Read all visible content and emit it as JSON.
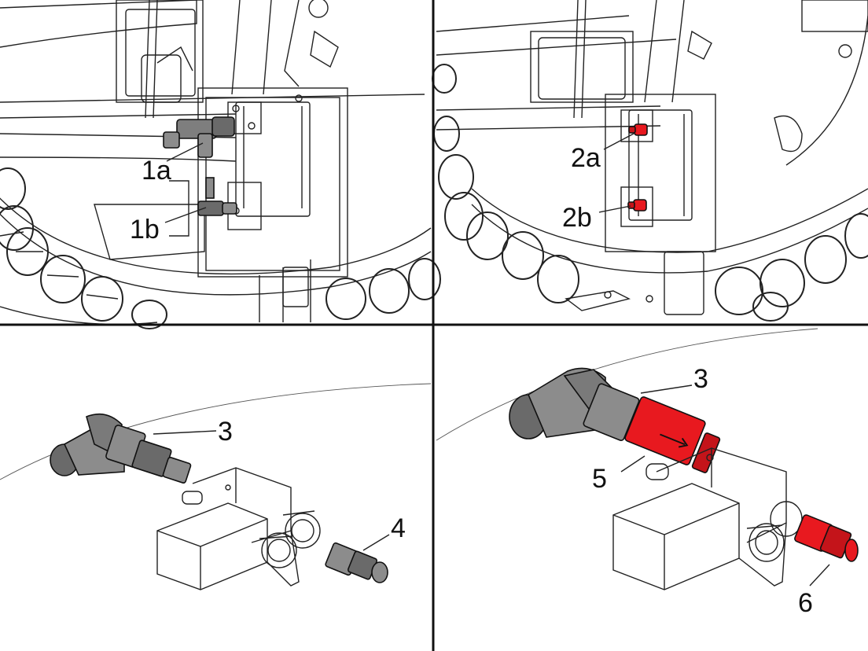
{
  "callouts": {
    "p1_a": "1a",
    "p1_b": "1b",
    "p2_a": "2a",
    "p2_b": "2b",
    "p3_hose": "3",
    "p3_fitting": "4",
    "p4_hose": "3",
    "p4_valve": "5",
    "p4_fitting": "6"
  },
  "colors": {
    "highlight": "#e8191f",
    "part_gray": "#8c8c8c",
    "part_dark": "#5e5e5e",
    "divider": "#111111",
    "line": "#222222"
  },
  "icons": {
    "flow_arrow": "arrow-right-icon"
  }
}
